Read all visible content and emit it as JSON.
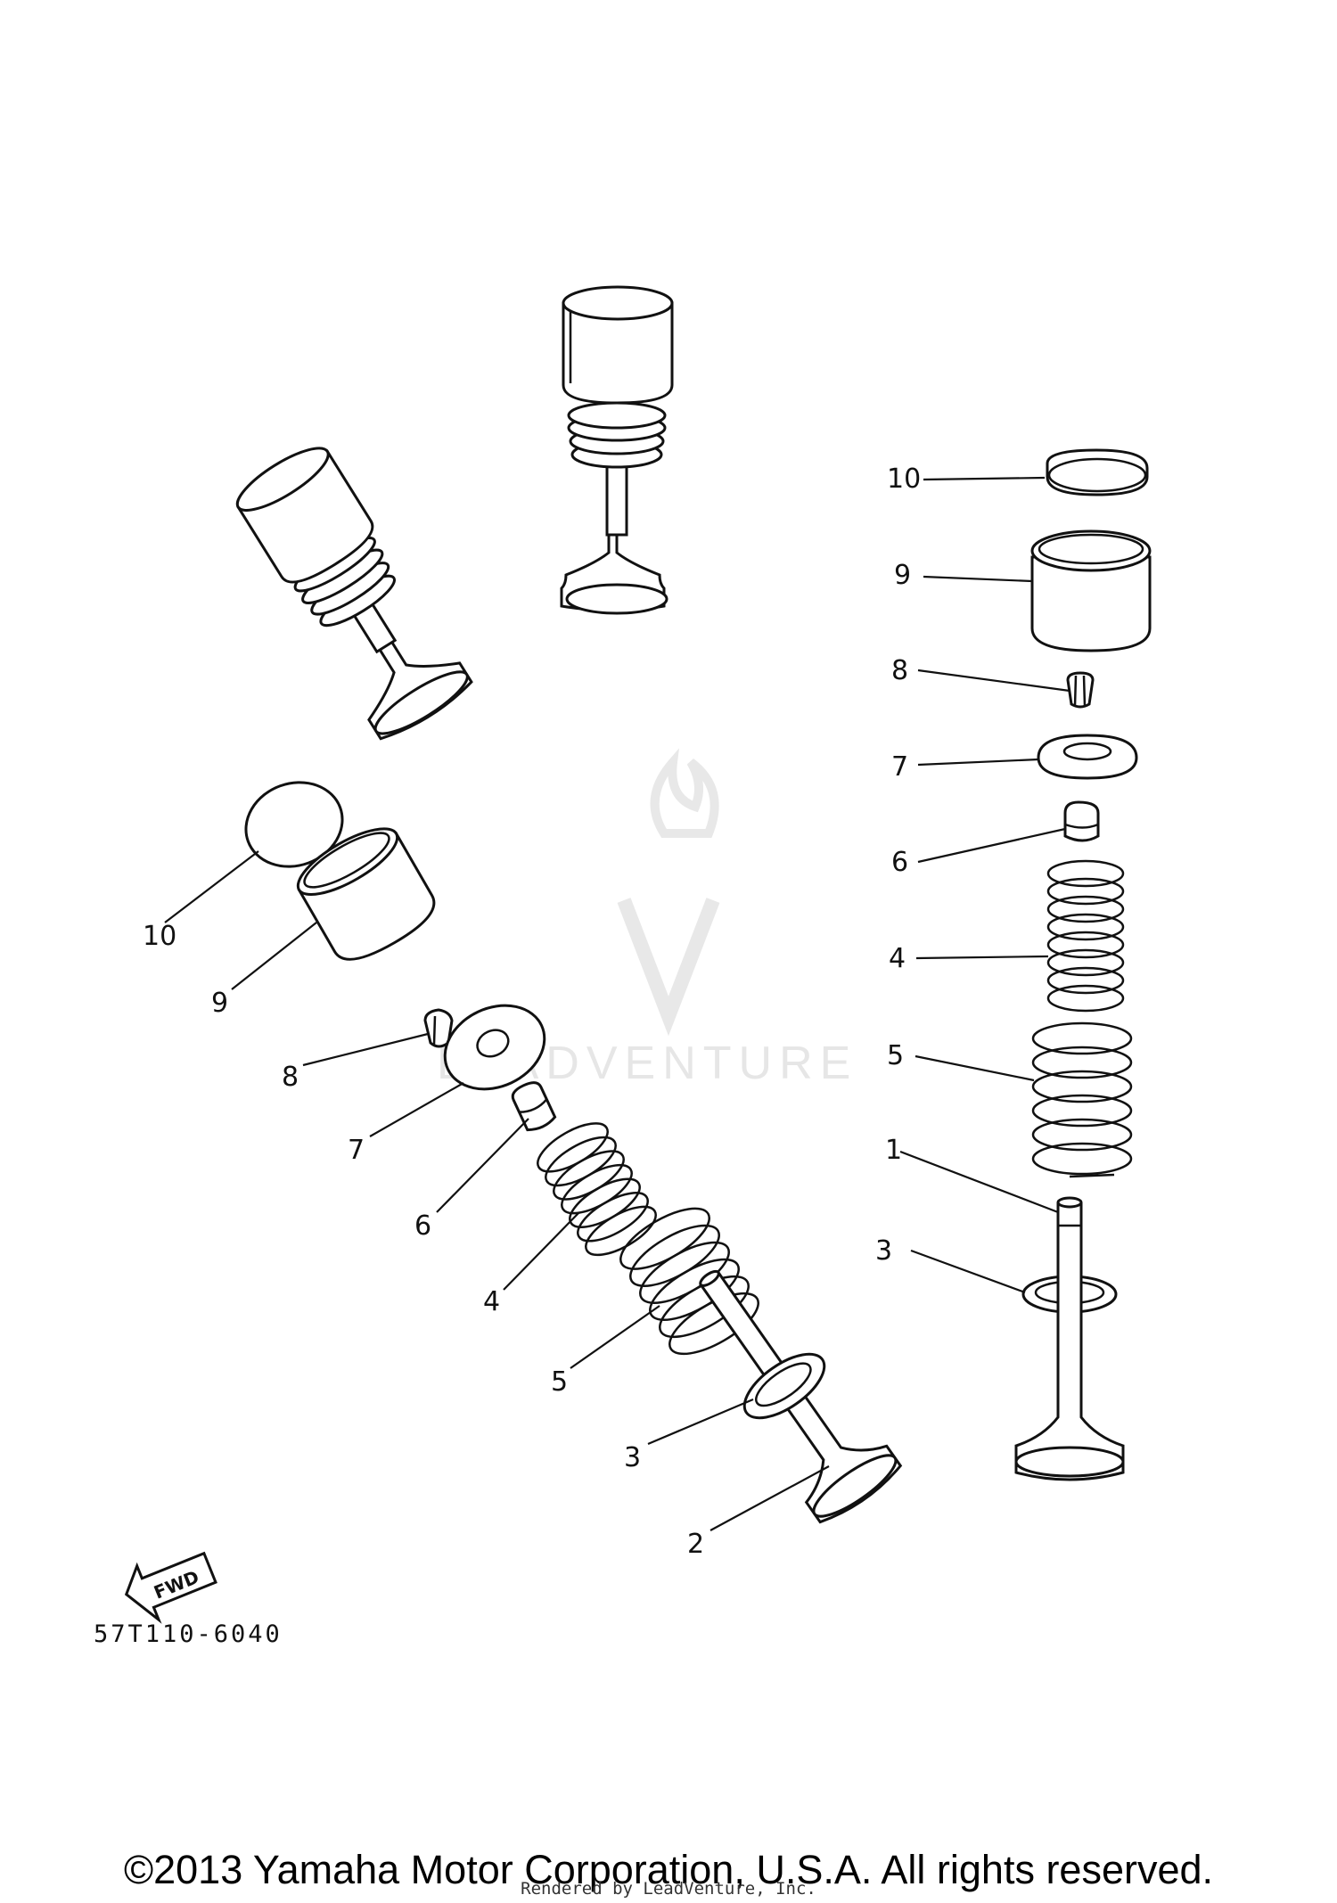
{
  "callouts": {
    "right": {
      "c10": "10",
      "c9": "9",
      "c8": "8",
      "c7": "7",
      "c6": "6",
      "c4": "4",
      "c5": "5",
      "c1": "1",
      "c3": "3"
    },
    "left": {
      "c10": "10",
      "c9": "9",
      "c8": "8",
      "c7": "7",
      "c6": "6",
      "c4": "4",
      "c5": "5",
      "c3": "3",
      "c2": "2"
    }
  },
  "fwd_label": "FWD",
  "drawing_code": "57T110-6040",
  "watermark": "LEADVENTURE",
  "copyright": "©2013 Yamaha Motor Corporation, U.S.A. All rights reserved.",
  "rendered_by": "Rendered by LeadVenture, Inc.",
  "colors": {
    "line": "#111111",
    "watermark": "#e6e6e6"
  }
}
